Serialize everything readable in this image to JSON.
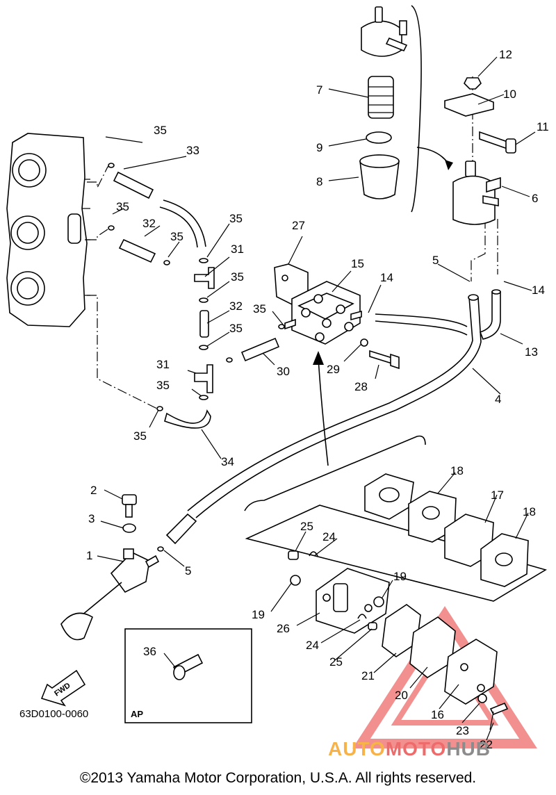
{
  "diagram_code": "63D0100-0060",
  "copyright": "©2013 Yamaha Motor Corporation, U.S.A. All rights reserved.",
  "inset_label": "AP",
  "fwd_label": "FWD",
  "watermark": {
    "part1": "AUTO",
    "part2": "MOTO",
    "part3": "HUB"
  },
  "callouts": {
    "c1": "1",
    "c2": "2",
    "c3": "3",
    "c4": "4",
    "c5a": "5",
    "c5b": "5",
    "c6": "6",
    "c7": "7",
    "c8": "8",
    "c9": "9",
    "c10": "10",
    "c11": "11",
    "c12": "12",
    "c13": "13",
    "c14a": "14",
    "c14b": "14",
    "c15": "15",
    "c16": "16",
    "c17": "17",
    "c18a": "18",
    "c18b": "18",
    "c19a": "19",
    "c19b": "19",
    "c20": "20",
    "c21": "21",
    "c22": "22",
    "c23": "23",
    "c24a": "24",
    "c24b": "24",
    "c25a": "25",
    "c25b": "25",
    "c26": "26",
    "c27": "27",
    "c28": "28",
    "c29": "29",
    "c30": "30",
    "c31a": "31",
    "c31b": "31",
    "c32a": "32",
    "c32b": "32",
    "c33": "33",
    "c34": "34",
    "c35a": "35",
    "c35b": "35",
    "c35c": "35",
    "c35d": "35",
    "c35e": "35",
    "c35f": "35",
    "c35g": "35",
    "c35h": "35",
    "c36": "36"
  },
  "colors": {
    "line": "#000000",
    "watermark_orange": "#f7b24a",
    "watermark_red": "#ee6b6b",
    "watermark_gray": "#8c8c8c"
  }
}
